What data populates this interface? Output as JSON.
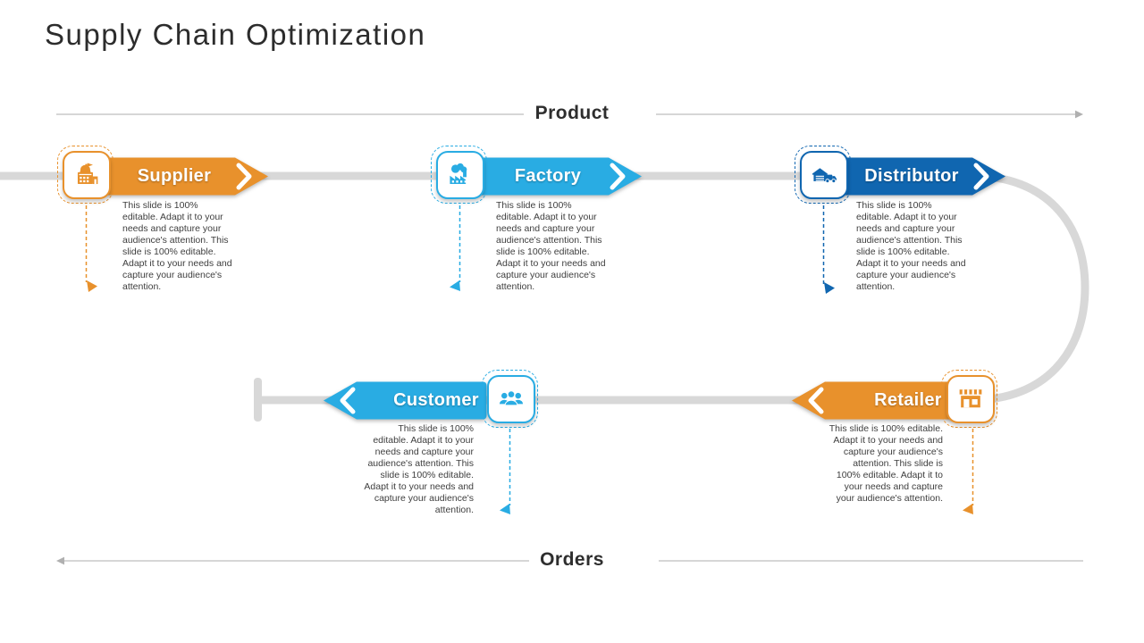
{
  "slide": {
    "title": "Supply Chain Optimization",
    "flow": {
      "top_label": "Product",
      "bottom_label": "Orders"
    },
    "description": "This slide is 100% editable. Adapt it to your needs and capture your audience's attention. This slide is 100% editable. Adapt it to your needs and capture your audience's attention.",
    "colors": {
      "orange": "#E8912C",
      "light_blue": "#29ACE3",
      "dark_blue": "#1066B0",
      "connector_gray": "#D8D8D8",
      "flow_line_gray": "#C9C9C9",
      "title_text": "#2C2C2C",
      "body_text": "#3E3E3E"
    },
    "nodes": [
      {
        "id": "supplier",
        "label": "Supplier",
        "color": "#E8912C",
        "icon": "factory-building-icon",
        "direction": "right"
      },
      {
        "id": "factory",
        "label": "Factory",
        "color": "#29ACE3",
        "icon": "factory-smoke-icon",
        "direction": "right"
      },
      {
        "id": "distributor",
        "label": "Distributor",
        "color": "#1066B0",
        "icon": "warehouse-truck-icon",
        "direction": "right"
      },
      {
        "id": "customer",
        "label": "Customer",
        "color": "#29ACE3",
        "icon": "customers-group-icon",
        "direction": "left"
      },
      {
        "id": "retailer",
        "label": "Retailer",
        "color": "#E8912C",
        "icon": "storefront-icon",
        "direction": "left"
      }
    ]
  }
}
